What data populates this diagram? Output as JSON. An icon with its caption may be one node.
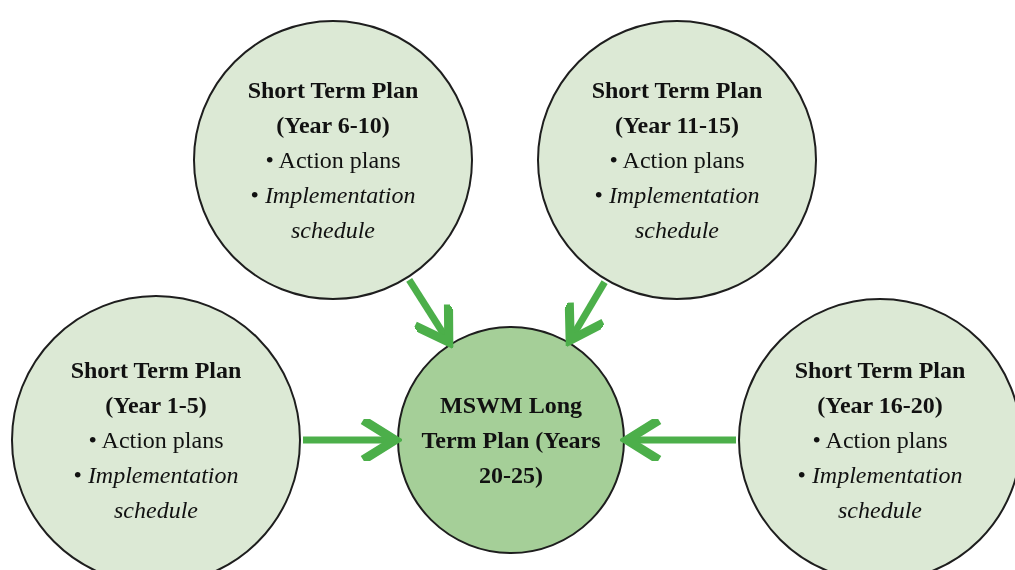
{
  "diagram": {
    "nodes": [
      {
        "text": [
          "Short Term Plan (Year 6-10)",
          "• Action plans",
          "• *Implementation schedule*"
        ]
      },
      {
        "text": [
          "Short Term Plan (Year 11-15)",
          "• Action plans",
          "• *Implementation schedule*"
        ]
      },
      {
        "text": [
          "Short Term Plan (Year 1-5)",
          "• Action plans",
          "• *Implementation schedule*"
        ]
      },
      {
        "text": [
          "MSWM Long Term Plan (Years 20-25)"
        ]
      },
      {
        "text": [
          "Short Term Plan (Year 16-20)",
          "• Action plans",
          "• *Implementation schedule*"
        ]
      }
    ],
    "edges": [
      {
        "from": 0,
        "to": 3,
        "arrow": "to"
      },
      {
        "from": 1,
        "to": 3,
        "arrow": "to"
      },
      {
        "from": 2,
        "to": 3,
        "arrow": "to"
      },
      {
        "from": 4,
        "to": 3,
        "arrow": "to"
      }
    ]
  }
}
